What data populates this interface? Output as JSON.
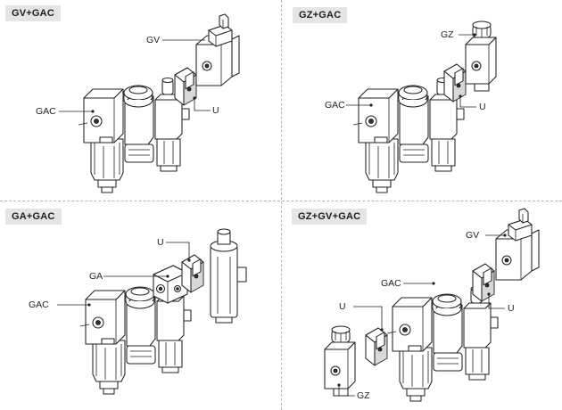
{
  "panels": [
    {
      "title": "GV+GAC",
      "labels": {
        "gv": "GV",
        "gac": "GAC",
        "u": "U"
      }
    },
    {
      "title": "GZ+GAC",
      "labels": {
        "gz": "GZ",
        "gac": "GAC",
        "u": "U"
      }
    },
    {
      "title": "GA+GAC",
      "labels": {
        "u": "U",
        "ga": "GA",
        "gac": "GAC"
      }
    },
    {
      "title": "GZ+GV+GAC",
      "labels": {
        "gv": "GV",
        "gac": "GAC",
        "u_left": "U",
        "u_right": "U",
        "gz": "GZ"
      }
    }
  ]
}
